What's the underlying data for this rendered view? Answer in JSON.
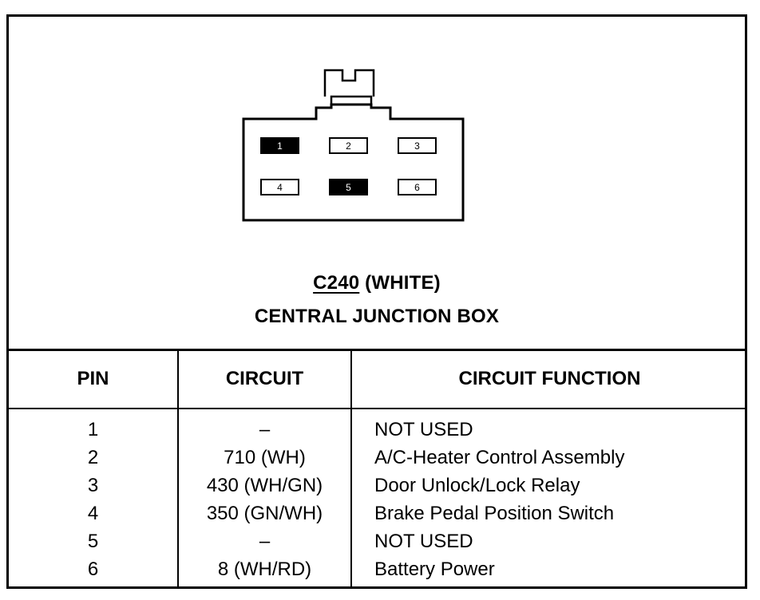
{
  "connector": {
    "id": "C240",
    "color_label": "(WHITE)",
    "location": "CENTRAL JUNCTION BOX",
    "cavities": [
      {
        "label": "1",
        "filled": true
      },
      {
        "label": "2",
        "filled": false
      },
      {
        "label": "3",
        "filled": false
      },
      {
        "label": "4",
        "filled": false
      },
      {
        "label": "5",
        "filled": true
      },
      {
        "label": "6",
        "filled": false
      }
    ]
  },
  "table": {
    "headers": {
      "pin": "PIN",
      "circuit": "CIRCUIT",
      "function": "CIRCUIT FUNCTION"
    },
    "rows": [
      {
        "pin": "1",
        "circuit": "–",
        "function": "NOT USED"
      },
      {
        "pin": "2",
        "circuit": "710 (WH)",
        "function": "A/C-Heater Control Assembly"
      },
      {
        "pin": "3",
        "circuit": "430 (WH/GN)",
        "function": "Door Unlock/Lock Relay"
      },
      {
        "pin": "4",
        "circuit": "350 (GN/WH)",
        "function": "Brake Pedal Position Switch"
      },
      {
        "pin": "5",
        "circuit": "–",
        "function": "NOT USED"
      },
      {
        "pin": "6",
        "circuit": "8 (WH/RD)",
        "function": "Battery Power"
      }
    ]
  },
  "colors": {
    "ink": "#000000",
    "paper": "#ffffff"
  }
}
